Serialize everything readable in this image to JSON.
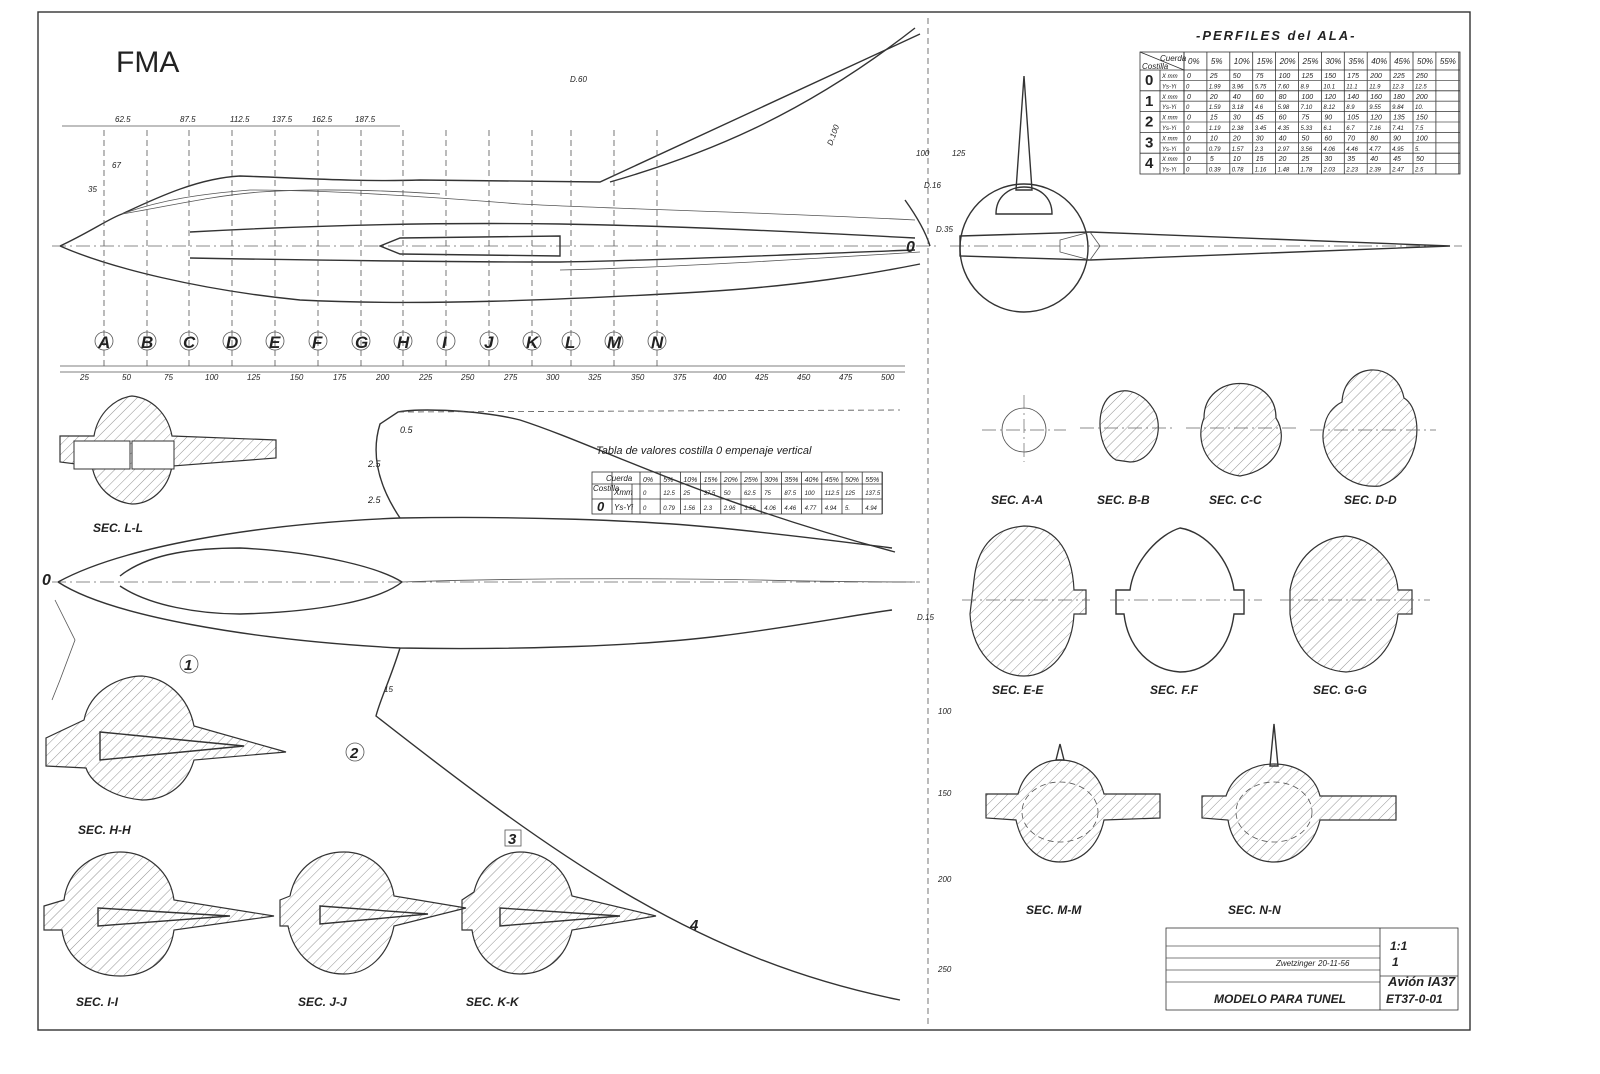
{
  "maker": "FMA",
  "wing_profiles": {
    "title": "-PERFILES del ALA-",
    "corner_top": "Cuerda",
    "corner_bottom": "Costilla",
    "headers": [
      "0%",
      "5%",
      "10%",
      "15%",
      "20%",
      "25%",
      "30%",
      "35%",
      "40%",
      "45%",
      "50%",
      "55%"
    ],
    "rows": [
      {
        "rib": "0",
        "x_label": "X mm",
        "x": [
          "0",
          "25",
          "50",
          "75",
          "100",
          "125",
          "150",
          "175",
          "200",
          "225",
          "250"
        ],
        "y_label": "Ys-Yi",
        "y": [
          "0",
          "1.99",
          "3.96",
          "5.75",
          "7.60",
          "8.9",
          "10.1",
          "11.1",
          "11.9",
          "12.3",
          "12.5"
        ]
      },
      {
        "rib": "1",
        "x_label": "X mm",
        "x": [
          "0",
          "20",
          "40",
          "60",
          "80",
          "100",
          "120",
          "140",
          "160",
          "180",
          "200"
        ],
        "y_label": "Ys-Yi",
        "y": [
          "0",
          "1.59",
          "3.18",
          "4.6",
          "5.98",
          "7.10",
          "8.12",
          "8.9",
          "9.55",
          "9.84",
          "10."
        ]
      },
      {
        "rib": "2",
        "x_label": "X mm",
        "x": [
          "0",
          "15",
          "30",
          "45",
          "60",
          "75",
          "90",
          "105",
          "120",
          "135",
          "150"
        ],
        "y_label": "Ys-Yi",
        "y": [
          "0",
          "1.19",
          "2.38",
          "3.45",
          "4.35",
          "5.33",
          "6.1",
          "6.7",
          "7.16",
          "7.41",
          "7.5"
        ]
      },
      {
        "rib": "3",
        "x_label": "X mm",
        "x": [
          "0",
          "10",
          "20",
          "30",
          "40",
          "50",
          "60",
          "70",
          "80",
          "90",
          "100"
        ],
        "y_label": "Ys-Yi",
        "y": [
          "0",
          "0.79",
          "1.57",
          "2.3",
          "2.97",
          "3.56",
          "4.06",
          "4.46",
          "4.77",
          "4.95",
          "5."
        ]
      },
      {
        "rib": "4",
        "x_label": "X mm",
        "x": [
          "0",
          "5",
          "10",
          "15",
          "20",
          "25",
          "30",
          "35",
          "40",
          "45",
          "50"
        ],
        "y_label": "Ys-Yi",
        "y": [
          "0",
          "0.39",
          "0.78",
          "1.16",
          "1.48",
          "1.78",
          "2.03",
          "2.23",
          "2.39",
          "2.47",
          "2.5"
        ]
      }
    ]
  },
  "fin_table": {
    "title": "Tabla de valores costilla 0 empenaje vertical",
    "corner_top": "Cuerda",
    "corner_bottom": "Costilla",
    "headers": [
      "0%",
      "5%",
      "10%",
      "15%",
      "20%",
      "25%",
      "30%",
      "35%",
      "40%",
      "45%",
      "50%",
      "55%"
    ],
    "rib": "0",
    "x_label": "Xmm",
    "x": [
      "0",
      "12.5",
      "25",
      "37.5",
      "50",
      "62.5",
      "75",
      "87.5",
      "100",
      "112.5",
      "125",
      "137.5"
    ],
    "y_label": "Ys-Yi",
    "y": [
      "0",
      "0.79",
      "1.56",
      "2.3",
      "2.96",
      "3.56",
      "4.06",
      "4.46",
      "4.77",
      "4.94",
      "5.",
      "4.94"
    ]
  },
  "station_letters": [
    "A",
    "B",
    "C",
    "D",
    "E",
    "F",
    "G",
    "H",
    "I",
    "J",
    "K",
    "L",
    "M",
    "N"
  ],
  "stations_bottom": [
    "25",
    "50",
    "75",
    "100",
    "125",
    "150",
    "175",
    "200",
    "225",
    "250",
    "275",
    "300",
    "325",
    "350",
    "375",
    "400",
    "425",
    "450",
    "475",
    "500"
  ],
  "stations_top": [
    "62.5",
    "87.5",
    "112.5",
    "137.5",
    "162.5",
    "187.5"
  ],
  "dim_labels": [
    "D.60",
    "D.100",
    "D.16",
    "D.35",
    "35",
    "67",
    "100",
    "125",
    "0.5",
    "2.5",
    "2.5",
    "15",
    "100",
    "150",
    "200",
    "250",
    "D.15"
  ],
  "section_labels": [
    "SEC. A-A",
    "SEC. B-B",
    "SEC. C-C",
    "SEC. D-D",
    "SEC. E-E",
    "SEC. F.F",
    "SEC. G-G",
    "SEC. M-M",
    "SEC. N-N",
    "SEC. L-L",
    "SEC. H-H",
    "SEC. I-I",
    "SEC. J-J",
    "SEC. K-K"
  ],
  "view_markers": [
    "0",
    "0",
    "1",
    "2",
    "3",
    "4"
  ],
  "title_block": {
    "drawn": "Zwetzinger",
    "date": "20-11-56",
    "scale_top": "1:1",
    "scale_bottom": "1",
    "aircraft": "Avión IA37",
    "name": "MODELO PARA TUNEL",
    "number": "ET37-0-01"
  }
}
